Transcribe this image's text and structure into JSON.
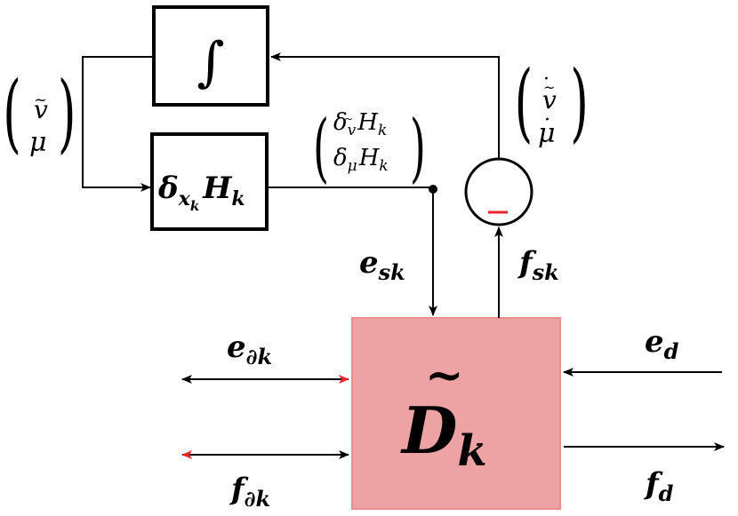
{
  "blocks": {
    "integrator": {
      "symbol": "∫"
    },
    "hamiltonian_grad": {
      "delta": "δ",
      "sub": "x",
      "subsub": "k",
      "main": "H",
      "main_sub": "k"
    },
    "dirac": {
      "main": "D",
      "tilde": "~",
      "sub": "k",
      "fill": "#eda3a3",
      "stroke": "#e9908f"
    },
    "summing_junction": {
      "sign": "−",
      "sign_color": "#e8262b"
    }
  },
  "labels": {
    "state_vector": {
      "top": "v",
      "top_tilde": "~",
      "bottom": "μ"
    },
    "state_derivative": {
      "top": "v",
      "top_accent": "~",
      "top_dot": "·",
      "bottom": "μ",
      "bottom_dot": "·"
    },
    "gradient_vector": {
      "top_delta": "δ",
      "top_sub": "v",
      "top_sub_tilde": "~",
      "top_main": "H",
      "top_main_sub": "k",
      "bottom_delta": "δ",
      "bottom_sub": "μ",
      "bottom_main": "H",
      "bottom_main_sub": "k"
    },
    "e_sk": {
      "main": "e",
      "sub": "sk"
    },
    "f_sk": {
      "main": "f",
      "sub": "sk"
    },
    "e_boundary": {
      "main": "e",
      "sub": "∂k"
    },
    "f_boundary": {
      "main": "f",
      "sub": "∂k"
    },
    "e_d": {
      "main": "e",
      "sub": "d"
    },
    "f_d": {
      "main": "f",
      "sub": "d"
    }
  },
  "colors": {
    "line": "#000000",
    "accent_arrow": "#e8262b"
  }
}
